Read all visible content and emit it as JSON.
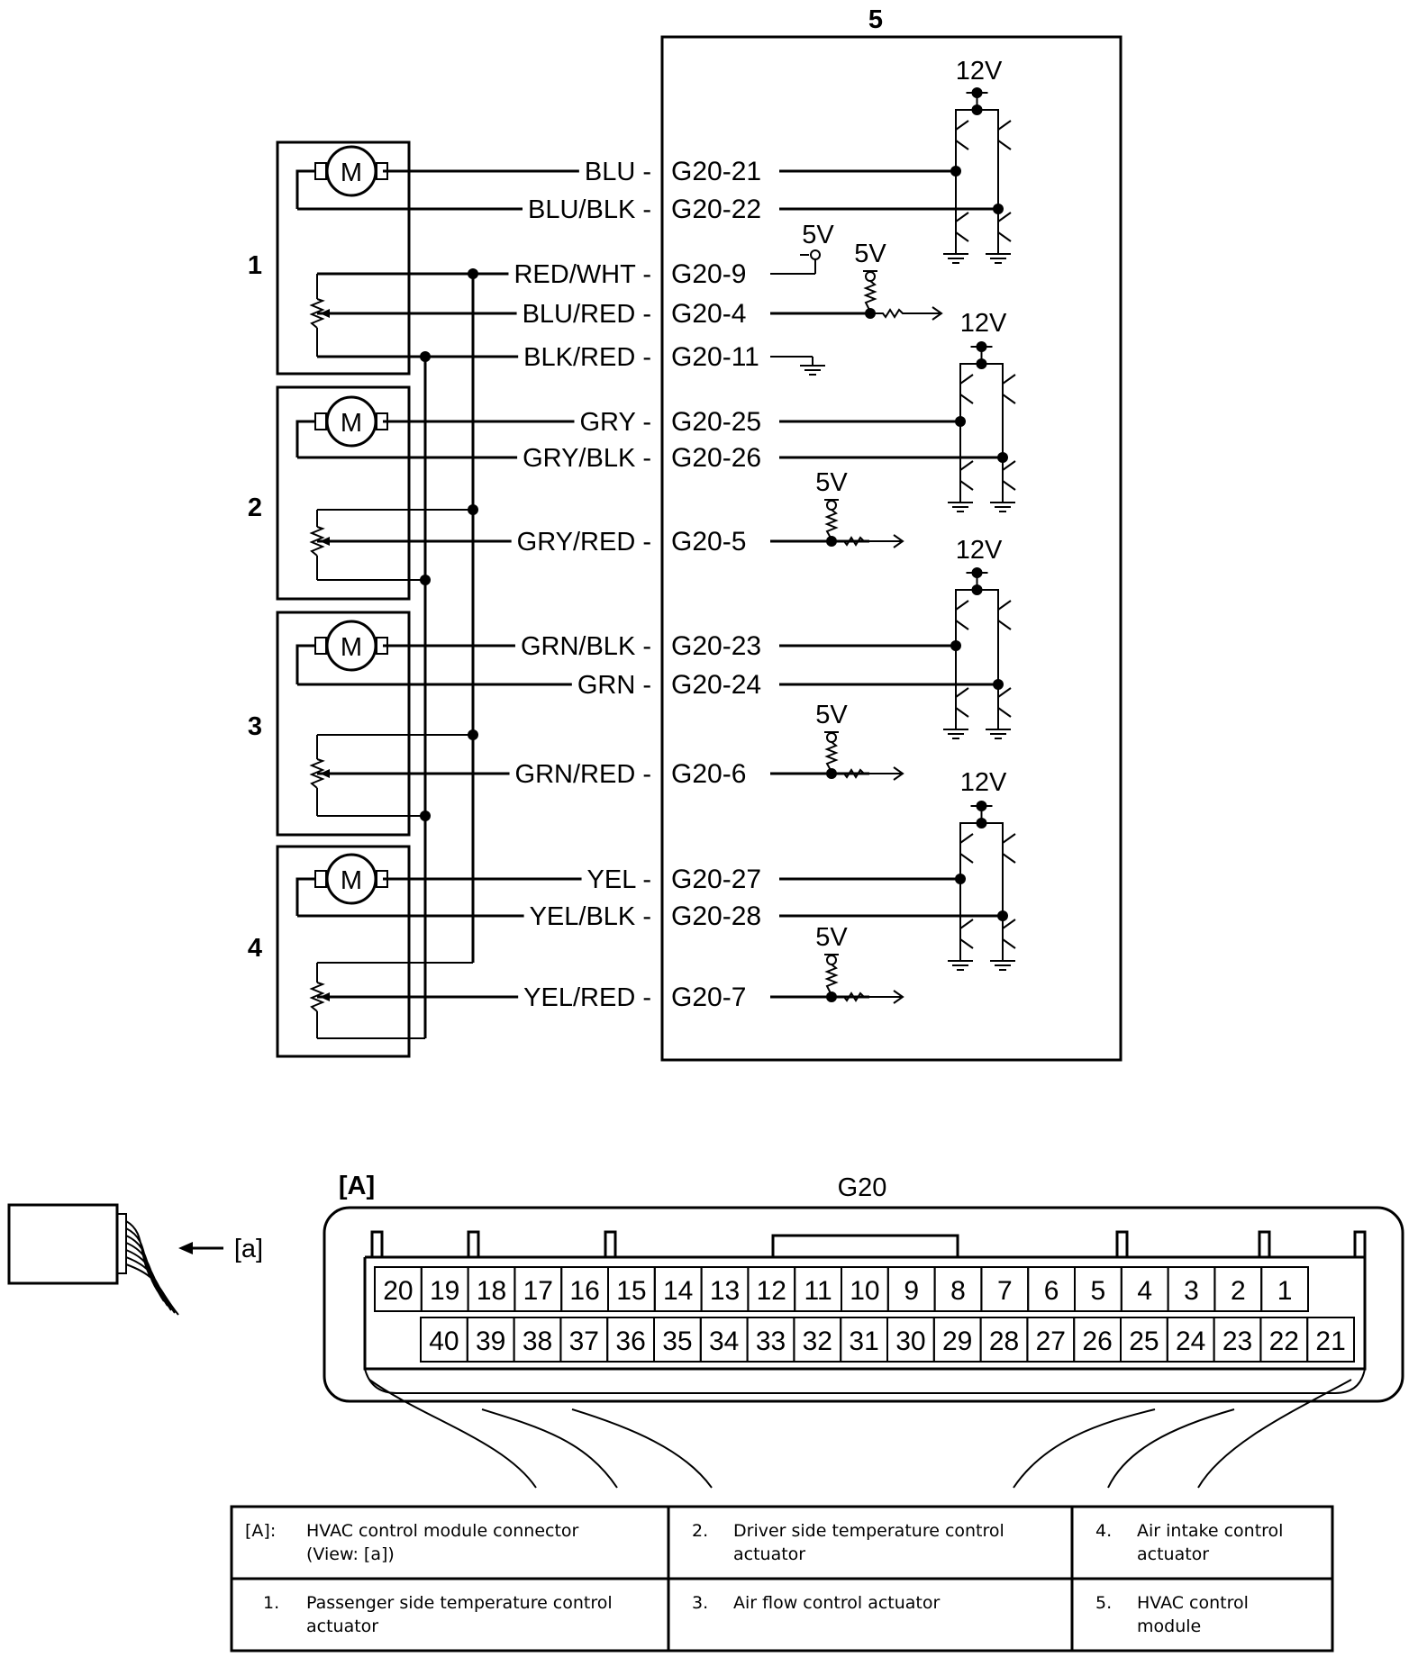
{
  "diagram": {
    "module": {
      "number": "5"
    },
    "actuator_numbers": [
      "1",
      "2",
      "3",
      "4"
    ],
    "motor_symbol": "M",
    "wires": [
      {
        "color": "BLU",
        "terminal": "G20-21"
      },
      {
        "color": "BLU/BLK",
        "terminal": "G20-22"
      },
      {
        "color": "RED/WHT",
        "terminal": "G20-9"
      },
      {
        "color": "BLU/RED",
        "terminal": "G20-4"
      },
      {
        "color": "BLK/RED",
        "terminal": "G20-11"
      },
      {
        "color": "GRY",
        "terminal": "G20-25"
      },
      {
        "color": "GRY/BLK",
        "terminal": "G20-26"
      },
      {
        "color": "GRY/RED",
        "terminal": "G20-5"
      },
      {
        "color": "GRN/BLK",
        "terminal": "G20-23"
      },
      {
        "color": "GRN",
        "terminal": "G20-24"
      },
      {
        "color": "GRN/RED",
        "terminal": "G20-6"
      },
      {
        "color": "YEL",
        "terminal": "G20-27"
      },
      {
        "color": "YEL/BLK",
        "terminal": "G20-28"
      },
      {
        "color": "YEL/RED",
        "terminal": "G20-7"
      }
    ],
    "voltages": {
      "high": "12V",
      "low": "5V"
    }
  },
  "connector": {
    "tag": "[A]",
    "name": "G20",
    "view_tag": "[a]",
    "top_row": [
      "20",
      "19",
      "18",
      "17",
      "16",
      "15",
      "14",
      "13",
      "12",
      "11",
      "10",
      "9",
      "8",
      "7",
      "6",
      "5",
      "4",
      "3",
      "2",
      "1"
    ],
    "bottom_row": [
      "40",
      "39",
      "38",
      "37",
      "36",
      "35",
      "34",
      "33",
      "32",
      "31",
      "30",
      "29",
      "28",
      "27",
      "26",
      "25",
      "24",
      "23",
      "22",
      "21"
    ]
  },
  "legend": [
    {
      "key": "[A]:",
      "text": [
        "HVAC control module connector",
        "(View: [a])"
      ]
    },
    {
      "key": "2.",
      "text": [
        "Driver side temperature control",
        "actuator"
      ]
    },
    {
      "key": "4.",
      "text": [
        "Air intake control",
        "actuator"
      ]
    },
    {
      "key": "1.",
      "text": [
        "Passenger side temperature control",
        "actuator"
      ]
    },
    {
      "key": "3.",
      "text": [
        "Air flow control actuator"
      ]
    },
    {
      "key": "5.",
      "text": [
        "HVAC control",
        "module"
      ]
    }
  ]
}
